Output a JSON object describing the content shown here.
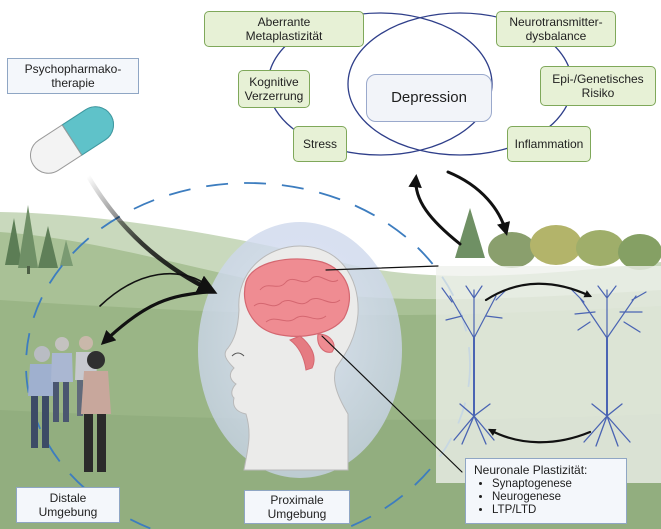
{
  "depression_diagram": {
    "center_label": "Depression",
    "factors": [
      {
        "label": "Aberrante\nMetaplastizität"
      },
      {
        "label": "Neurotransmitter-\ndysbalance"
      },
      {
        "label": "Kognitive\nVerzerrung"
      },
      {
        "label": "Epi-/Genetisches\nRisiko"
      },
      {
        "label": "Stress"
      },
      {
        "label": "Inflammation"
      }
    ]
  },
  "pharmacotherapy": {
    "label": "Psychopharmako-\ntherapie"
  },
  "distal_environment": {
    "label": "Distale\nUmgebung"
  },
  "proximal_environment": {
    "label": "Proximale\nUmgebung"
  },
  "neuronal_plasticity": {
    "title": "Neuronale Plastizität:",
    "items": [
      "Synaptogenese",
      "Neurogenese",
      "LTP/LTD"
    ]
  },
  "colors": {
    "factor_fill": "#e7f1d6",
    "factor_border": "#7fa85a",
    "label_fill": "#f4f7fb",
    "label_border": "#8fa6c4",
    "dashed_circle": "#3d7dbf",
    "neuron": "#4a64b3",
    "brain": "#ef8c92",
    "pill_teal": "#5fc2c9",
    "grass": "#9ab586"
  },
  "icons": [
    "capsule-icon",
    "brain-head-icon",
    "people-group-icon",
    "neuron-icon",
    "tree-icon"
  ]
}
